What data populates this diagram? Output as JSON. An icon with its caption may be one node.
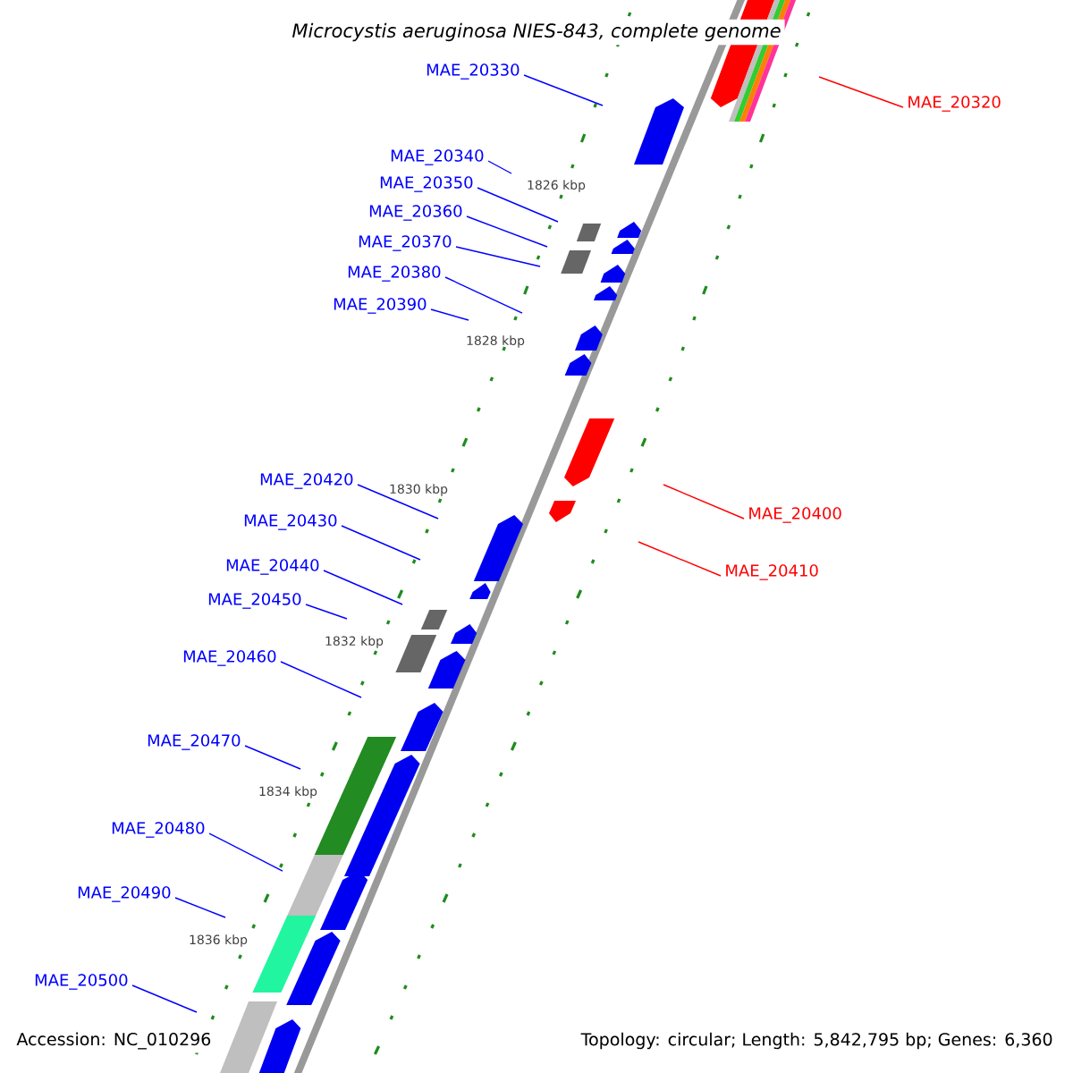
{
  "diagram": {
    "title": "Microcystis aeruginosa NIES-843, complete genome",
    "nodes": [
      {
        "text": [
          "MAE_20330"
        ]
      },
      {
        "text": [
          "MAE_20320"
        ]
      },
      {
        "text": [
          "MAE_20340"
        ]
      },
      {
        "text": [
          "MAE_20350"
        ]
      },
      {
        "text": [
          "MAE_20360"
        ]
      },
      {
        "text": [
          "MAE_20370"
        ]
      },
      {
        "text": [
          "MAE_20380"
        ]
      },
      {
        "text": [
          "MAE_20390"
        ]
      },
      {
        "text": [
          "MAE_20420"
        ]
      },
      {
        "text": [
          "MAE_20400"
        ]
      },
      {
        "text": [
          "MAE_20430"
        ]
      },
      {
        "text": [
          "MAE_20410"
        ]
      },
      {
        "text": [
          "MAE_20440"
        ]
      },
      {
        "text": [
          "MAE_20450"
        ]
      },
      {
        "text": [
          "MAE_20460"
        ]
      },
      {
        "text": [
          "MAE_20470"
        ]
      },
      {
        "text": [
          "MAE_20480"
        ]
      },
      {
        "text": [
          "MAE_20490"
        ]
      },
      {
        "text": [
          "MAE_20500"
        ]
      }
    ],
    "edges": [
      {
        "from": 0,
        "to": null,
        "arrow": "none"
      },
      {
        "from": 1,
        "to": null,
        "arrow": "none",
        "color": "#ff0000"
      },
      {
        "from": 2,
        "to": null,
        "arrow": "none"
      },
      {
        "from": 3,
        "to": null,
        "arrow": "none"
      },
      {
        "from": 4,
        "to": null,
        "arrow": "none"
      },
      {
        "from": 5,
        "to": null,
        "arrow": "none"
      },
      {
        "from": 6,
        "to": null,
        "arrow": "none"
      },
      {
        "from": 7,
        "to": null,
        "arrow": "none"
      },
      {
        "from": 8,
        "to": null,
        "arrow": "none"
      },
      {
        "from": 9,
        "to": null,
        "arrow": "none",
        "color": "#ff0000"
      },
      {
        "from": 10,
        "to": null,
        "arrow": "none"
      },
      {
        "from": 11,
        "to": null,
        "arrow": "none",
        "color": "#ff0000"
      },
      {
        "from": 12,
        "to": null,
        "arrow": "none"
      },
      {
        "from": 13,
        "to": null,
        "arrow": "none"
      },
      {
        "from": 14,
        "to": null,
        "arrow": "none"
      },
      {
        "from": 15,
        "to": null,
        "arrow": "none"
      },
      {
        "from": 16,
        "to": null,
        "arrow": "none"
      },
      {
        "from": 17,
        "to": null,
        "arrow": "none"
      },
      {
        "from": 18,
        "to": null,
        "arrow": "none"
      }
    ],
    "labels": [
      "1826 kbp",
      "1828 kbp",
      "1830 kbp",
      "1832 kbp",
      "1834 kbp",
      "1836 kbp",
      "Accession: NC_010296",
      "Topology: circular; Length: 5,842,795 bp; Genes: 6,360"
    ]
  }
}
